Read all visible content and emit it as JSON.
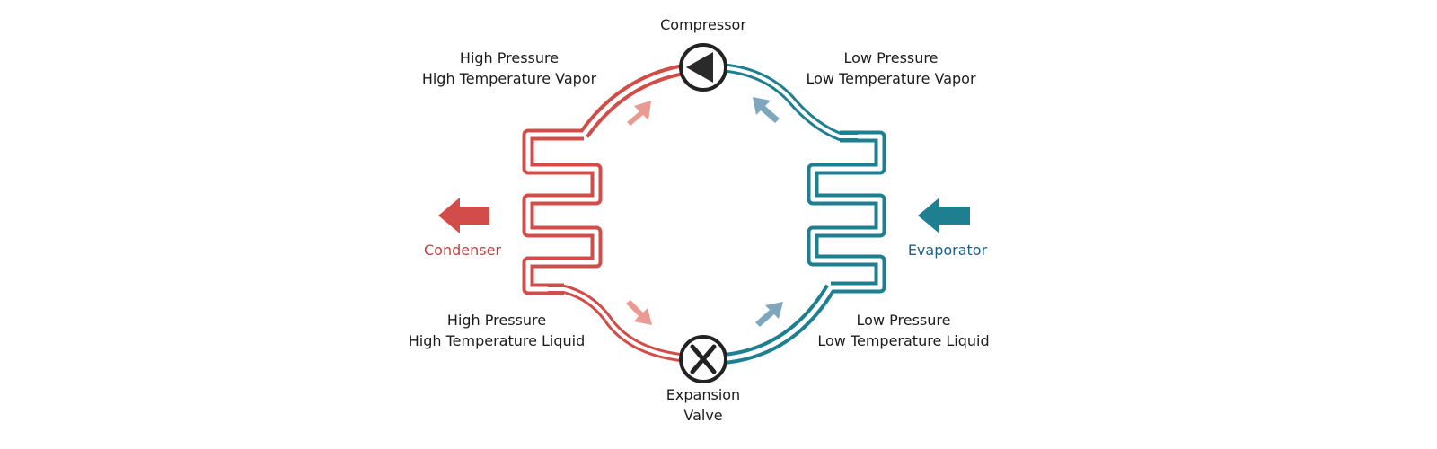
{
  "colors": {
    "condenser": "#d24d49",
    "evaporator": "#1e7f91",
    "condenser_label": "#c0403c",
    "evaporator_label": "#1f5f8a",
    "flow_arrow_hot": "#e99a92",
    "flow_arrow_cold": "#7ea7bd",
    "device_stroke": "#222222"
  },
  "compressor": {
    "label": "Compressor",
    "icon": "compressor-triangle-icon"
  },
  "expansion_valve": {
    "label_line1": "Expansion",
    "label_line2": "Valve",
    "icon": "expansion-valve-x-icon"
  },
  "condenser": {
    "label": "Condenser"
  },
  "evaporator": {
    "label": "Evaporator"
  },
  "states": {
    "top_left": {
      "line1": "High Pressure",
      "line2": "High Temperature Vapor"
    },
    "top_right": {
      "line1": "Low Pressure",
      "line2": "Low Temperature Vapor"
    },
    "bottom_left": {
      "line1": "High Pressure",
      "line2": "High Temperature Liquid"
    },
    "bottom_right": {
      "line1": "Low Pressure",
      "line2": "Low Temperature Liquid"
    }
  }
}
